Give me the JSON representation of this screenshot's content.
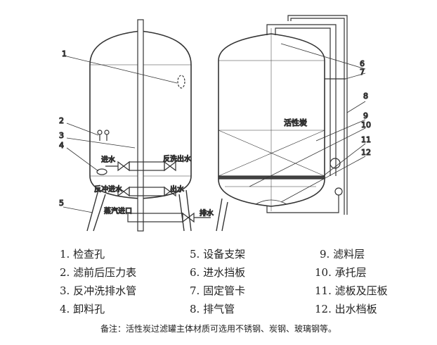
{
  "diagram": {
    "left_labels": {
      "n1": "1",
      "n2": "2",
      "n3": "3",
      "n4": "4",
      "n5": "5",
      "inlet": "进水",
      "backwash_out": "反洗出水",
      "backflush_in": "反冲进水",
      "outlet": "出水",
      "steam_in": "蒸汽进口",
      "drain": "排水"
    },
    "right_labels": {
      "n6": "6",
      "n7": "7",
      "n8": "8",
      "n9": "9",
      "n10": "10",
      "n11": "11",
      "n12": "12",
      "carbon": "活性炭"
    }
  },
  "legend": [
    "1. 检查孔",
    "2. 滤前后压力表",
    "3. 反冲洗排水管",
    "4. 卸料孔",
    "5. 设备支架",
    "6. 进水挡板",
    "7. 固定管卡",
    "8. 排气管",
    "9. 滤料层",
    "10. 承托层",
    "11. 滤板及压板",
    "12. 出水档板"
  ],
  "note": "备注：活性炭过滤罐主体材质可选用不锈钢、炭钢、玻璃钢等。"
}
